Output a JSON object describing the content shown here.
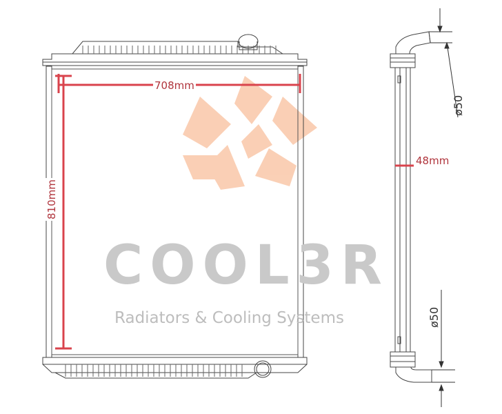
{
  "watermark": {
    "brand": "COOL3R",
    "tagline": "Radiators & Cooling Systems",
    "colors": {
      "logo_orange": "#f6a97a",
      "brand_gray": "#c9c9c9",
      "tagline_gray": "#bdbdbd"
    }
  },
  "dimensions": {
    "width_label": "708mm",
    "height_label": "810mm",
    "depth_label": "48mm",
    "pipe_top_label": "ø50",
    "pipe_bottom_label": "ø50",
    "dimension_color": "#b0343c"
  },
  "icons": {
    "logo": "sunburst-logo-icon"
  }
}
